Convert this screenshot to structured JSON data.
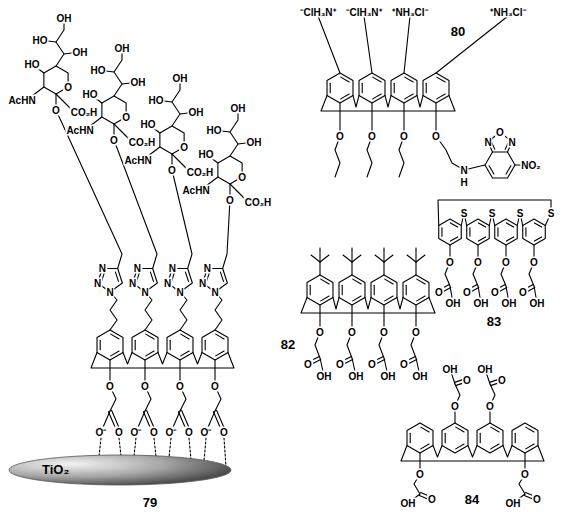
{
  "diagram": {
    "nodes": [
      {
        "text": [
          "TiO₂"
        ]
      }
    ],
    "labels": [
      "OH",
      "HO",
      "OH",
      "HO",
      "AcHN",
      "O",
      "CO₂H",
      "O",
      "OH",
      "HO",
      "OH",
      "HO",
      "AcHN",
      "O",
      "CO₂H",
      "O",
      "OH",
      "HO",
      "OH",
      "HO",
      "AcHN",
      "O",
      "CO₂H",
      "O",
      "OH",
      "HO",
      "OH",
      "HO",
      "AcHN",
      "O",
      "CO₂H",
      "O",
      "N",
      "N",
      "N",
      "N",
      "N",
      "N",
      "N",
      "N",
      "N",
      "N",
      "N",
      "N",
      "O",
      "O⁻",
      "O",
      "O",
      "O⁻",
      "O",
      "O",
      "O⁻",
      "O",
      "O",
      "O⁻",
      "O",
      "79",
      "⁻ClH₃N⁺",
      "⁻ClH₃N⁺",
      "⁺NH₃Cl⁻",
      "⁺NH₃Cl⁻",
      "O",
      "O",
      "O",
      "O",
      "N",
      "O",
      "N",
      "NO₂",
      "N",
      "H",
      "80",
      "O",
      "O",
      "OH",
      "O",
      "O",
      "OH",
      "O",
      "O",
      "OH",
      "O",
      "O",
      "OH",
      "82",
      "S",
      "S",
      "S",
      "S",
      "O",
      "O",
      "OH",
      "O",
      "O",
      "OH",
      "O",
      "O",
      "OH",
      "O",
      "O",
      "OH",
      "83",
      "O",
      "O",
      "OH",
      "O",
      "O",
      "OH",
      "O",
      "O",
      "OH",
      "O",
      "O",
      "OH",
      "84"
    ]
  }
}
